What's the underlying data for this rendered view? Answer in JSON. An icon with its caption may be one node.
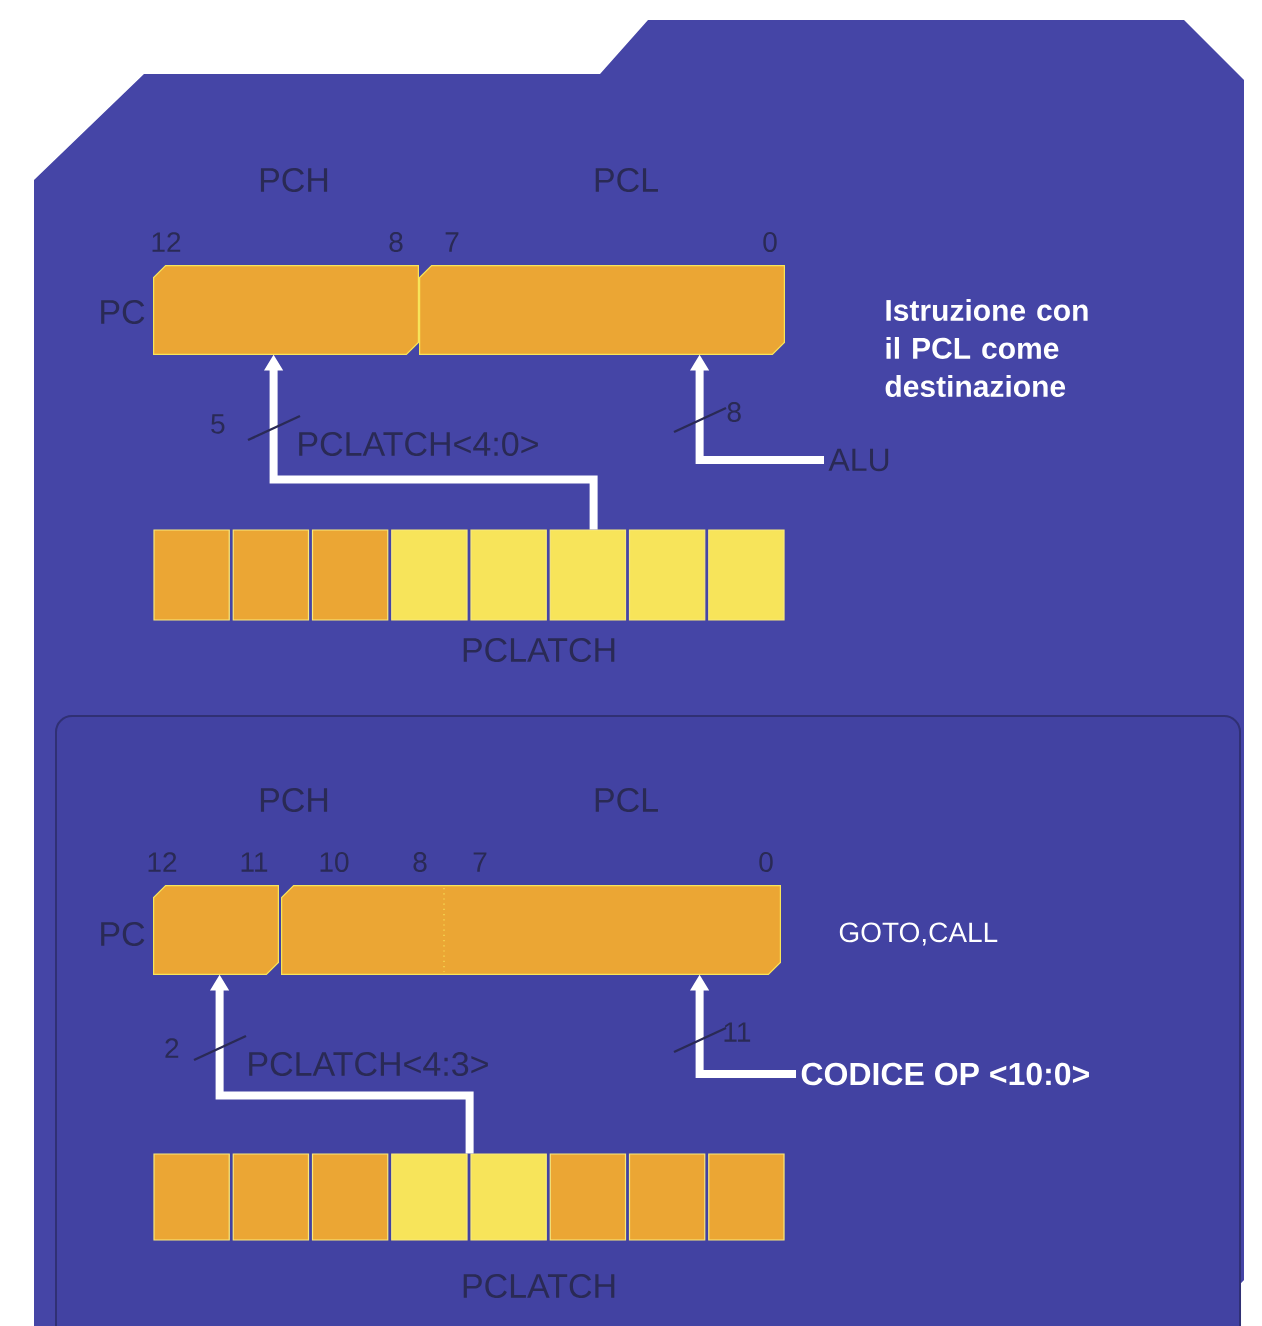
{
  "diagram": {
    "nodes": [
      {
        "text": [],
        "shape": "box"
      },
      {
        "text": [],
        "shape": "box"
      },
      {
        "text": [
          "PCLATCH"
        ]
      },
      {
        "text": [
          "ALU"
        ]
      },
      {
        "text": [],
        "shape": "box"
      },
      {
        "text": [],
        "shape": "box"
      },
      {
        "text": [
          "PCLATCH"
        ]
      },
      {
        "text": [
          "CODICE OP <10:0>"
        ]
      }
    ],
    "edges": [
      {
        "from": 2,
        "to": 0,
        "arrow": "to",
        "label": "PCLATCH<4:0>"
      },
      {
        "from": 3,
        "to": 1,
        "arrow": "to"
      },
      {
        "from": 6,
        "to": 4,
        "arrow": "to",
        "label": "PCLATCH<4:3>"
      },
      {
        "from": 7,
        "to": 5,
        "arrow": "to"
      }
    ],
    "labels": [
      "PCH",
      "PCL",
      "12",
      "8",
      "7",
      "0",
      "PC",
      "Istruzione con il PCL come destinazione",
      "5",
      "8",
      "PCH",
      "PCL",
      "12",
      "11",
      "10",
      "8",
      "7",
      "0",
      "PC",
      "GOTO,CALL",
      "2",
      "11"
    ]
  }
}
